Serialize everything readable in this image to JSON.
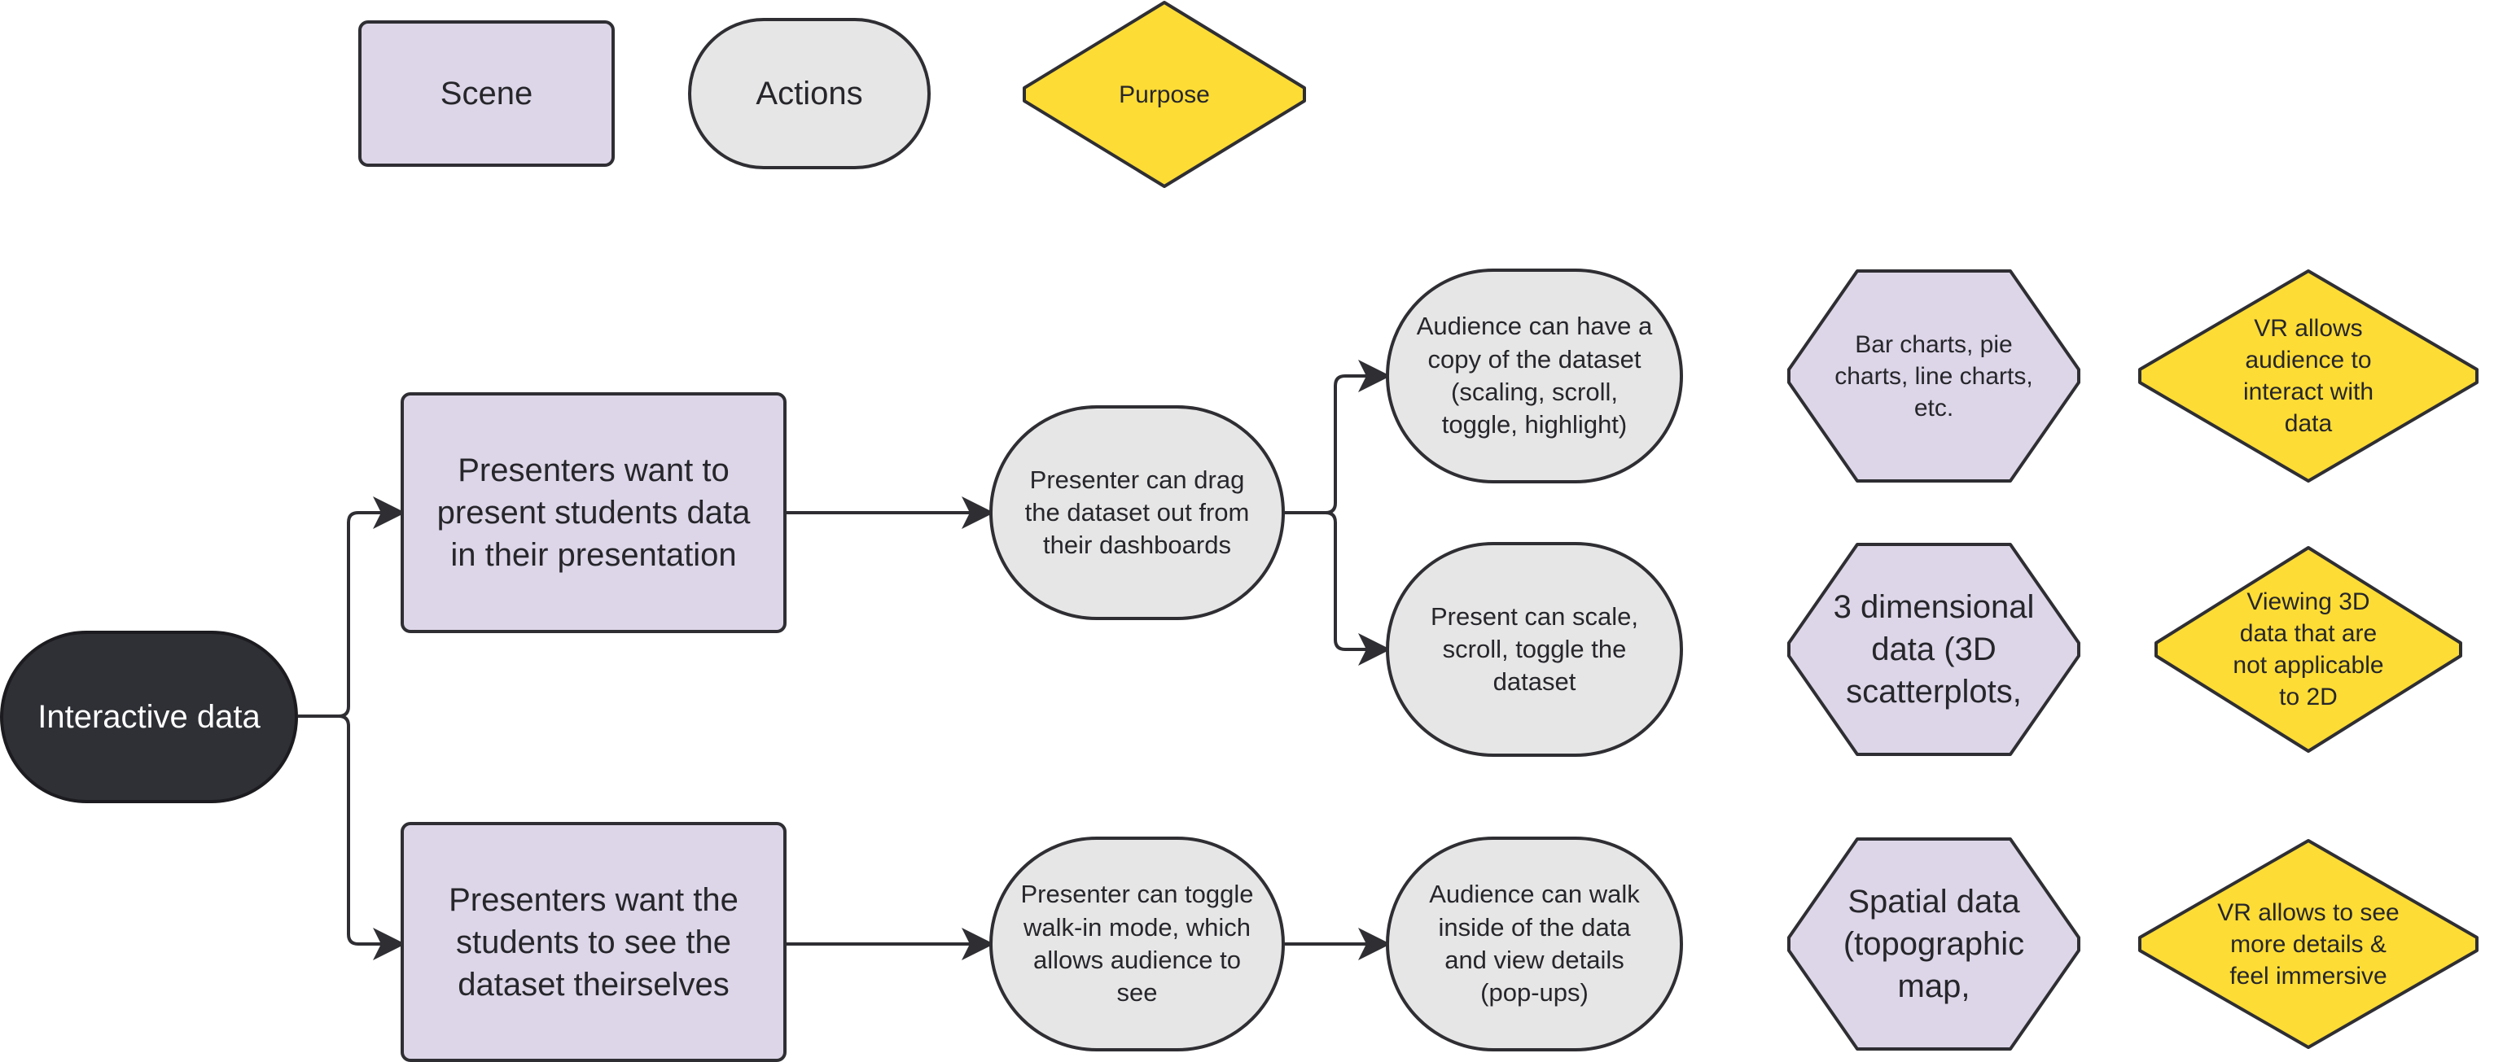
{
  "legend": {
    "scene": "Scene",
    "actions": "Actions",
    "purpose": "Purpose"
  },
  "root": "Interactive data",
  "scenes": {
    "present_data": "Presenters want to\npresent students data\nin their presentation",
    "see_dataset": "Presenters want the\nstudents to see the\ndataset theirselves"
  },
  "actions": {
    "drag_dataset": "Presenter can drag\nthe dataset out from\ntheir dashboards",
    "toggle_walkin": "Presenter can toggle\nwalk-in mode, which\nallows audience to\nsee",
    "audience_copy": "Audience can have a\ncopy of the dataset\n(scaling, scroll,\ntoggle, highlight)",
    "present_scale": "Present can scale,\nscroll, toggle the\ndataset",
    "audience_walk": "Audience can walk\ninside of the data\nand view details\n(pop-ups)"
  },
  "data_types": {
    "bar_charts": "Bar charts, pie\ncharts, line charts,\netc.",
    "three_d": "3 dimensional\ndata (3D\nscatterplots,",
    "spatial": "Spatial data\n(topographic\nmap,"
  },
  "purposes": {
    "vr_interact": "VR allows\naudience to\ninteract with\ndata",
    "viewing_3d": "Viewing 3D\ndata that are\nnot applicable\nto 2D",
    "vr_details": "VR allows to see\nmore details &\nfeel immersive"
  },
  "colors": {
    "scene_fill": "#ddd6e8",
    "action_fill": "#e6e6e6",
    "purpose_fill": "#fddc35",
    "root_fill": "#2f3035",
    "outline": "#2e2e33"
  }
}
